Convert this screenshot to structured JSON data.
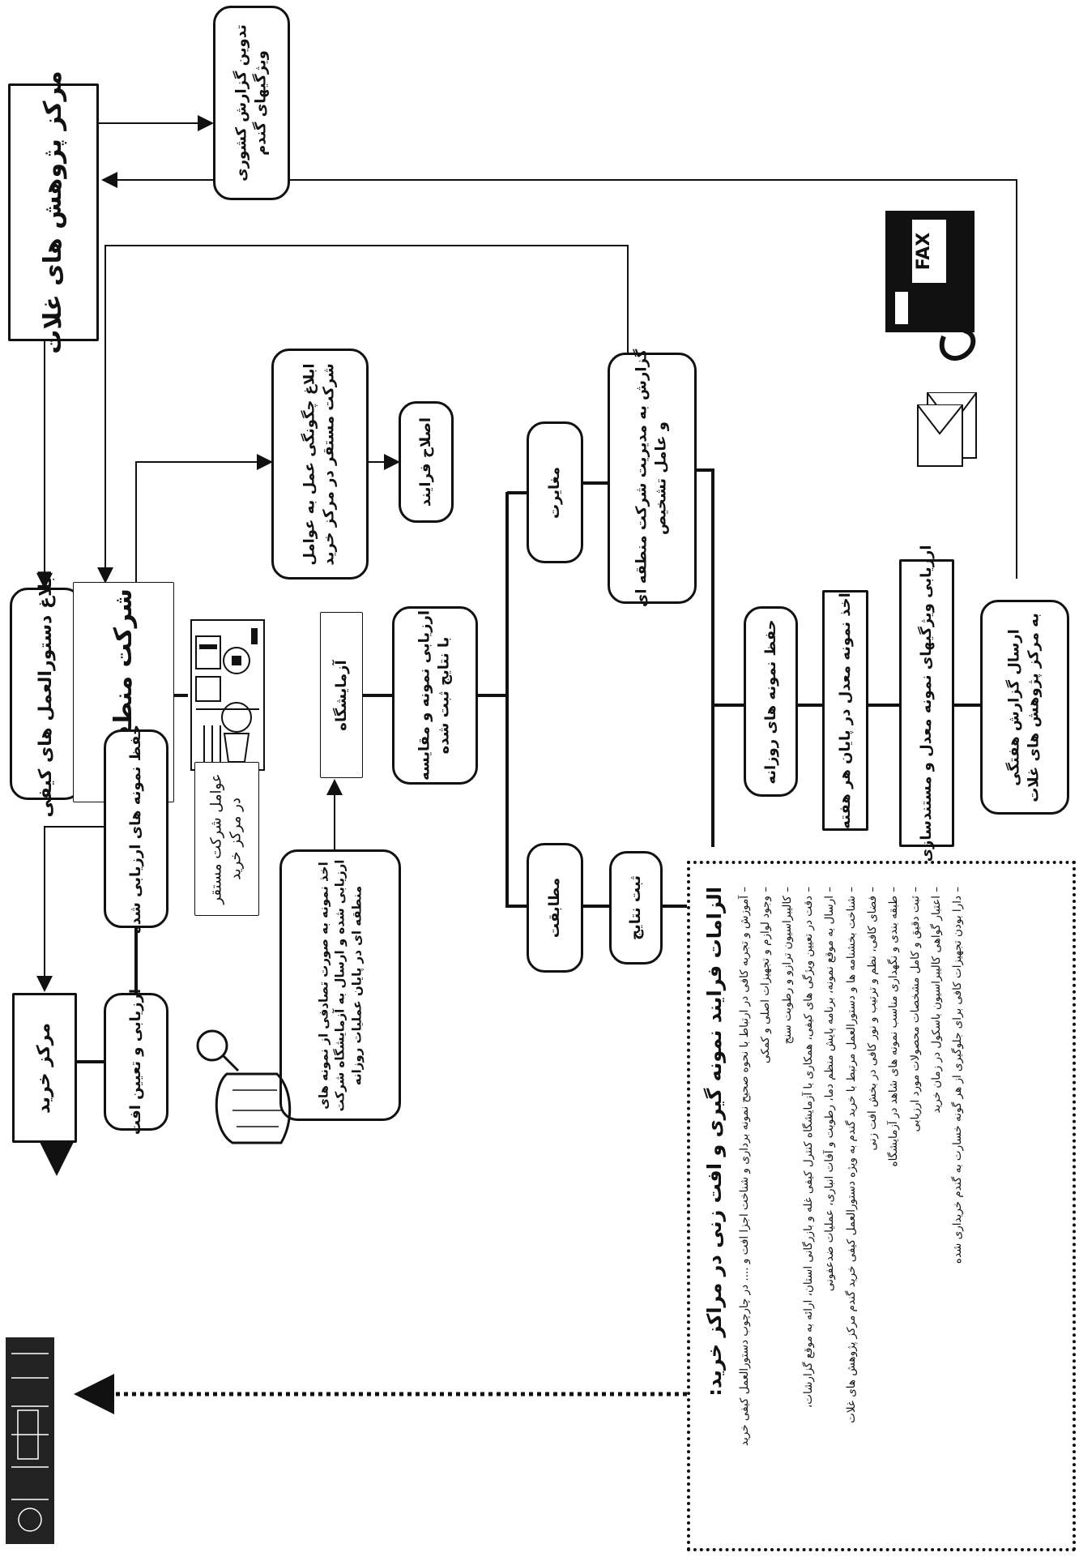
{
  "nodes": {
    "grain_research_center": "مرکز پژوهش های غلات",
    "country_report": [
      "تدوین گزارش کشوری",
      "ویژگیهای گندم"
    ],
    "quality_instructions": "ابلاغ دستورالعمل های کیفی",
    "regional_company": "شرکت منطقه ای",
    "purchase_center": "مرکز خرید",
    "evaluate_loss": "ارزیابی و تعیین افت",
    "keep_evaluated_samples": "حفظ نمونه های ارزیابی شده",
    "resident_agents": [
      "عوامل شرکت مستقر",
      "در مرکز خرید"
    ],
    "random_sampling": [
      "اخذ نمونه به صورت تصادفی از نمونه های",
      "ارزیابی شده و ارسال به آزمایشگاه شرکت",
      "منطقه ای در پایان عملیات روزانه"
    ],
    "laboratory": "آزمایشگاه",
    "compare_samples": [
      "ارزیابی نمونه و مقایسه",
      "با نتایج ثبت شده"
    ],
    "notify_agents": [
      "ابلاغ چگونگی عمل به عوامل",
      "شرکت مستقر در مرکز خرید"
    ],
    "process_correction": "اصلاح فرایند",
    "discrepancy": "مغایرت",
    "report_management": [
      "گزارش به مدیریت شرکت منطقه ای",
      "و عامل تشخیص"
    ],
    "conformity": "مطابقت",
    "record_results": "ثبت نتایج",
    "keep_daily_samples": "حفظ نمونه های روزانه",
    "weekly_average_sample": [
      "اخذ نمونه معدل در پایان هر هفته"
    ],
    "evaluate_average_sample": [
      "ارزیابی ویژگیهای نمونه معدل و مستندسازی"
    ],
    "weekly_report": [
      "ارسال گزارش هفتگی",
      "به مرکز پژوهش های غلات"
    ]
  },
  "requirements": {
    "title": "الزامات فرایند نمونه گیری و افت زنی در مراکز خرید:",
    "items": [
      "آموزش و تجربه کافی در ارتباط با نحوه صحیح نمونه برداری و شناخت اجزا افت و .... در چارچوب دستورالعمل کیفی خرید",
      "وجود لوازم و تجهیزات اصلی و کمکی",
      "کالیبراسیون ترازو و رطوبت سنج",
      "دقت در تعیین ویژگی های کیفی، همکاری با آزمایشگاه کنترل کیفی غله و بازرگانی استان، ارائه به موقع گزارشات،",
      "ارسال به موقع نمونه، برنامه پایش منظم دما، رطوبت و آفات انباری، عملیات ضدعفونی",
      "شناخت بخشنامه ها و دستورالعمل مرتبط با خرید گندم به ویژه دستورالعمل کیفی خرید گندم مرکز پژوهش های غلات",
      "فضای کافی، نظم و ترتیب و نور کافی در بخش افت زنی",
      "طبقه بندی و نگهداری مناسب نمونه های شاهد در آزمایشگاه",
      "ثبت دقیق و کامل مشخصات محصولات مورد ارزیابی",
      "اعتبار گواهی کالیبراسیون باسکول در زمان خرید",
      "دارا بودن تجهیزات کافی برای جلوگیری از هر گونه خسارت به گندم خریداری شده"
    ]
  },
  "fax_label": "FAX"
}
